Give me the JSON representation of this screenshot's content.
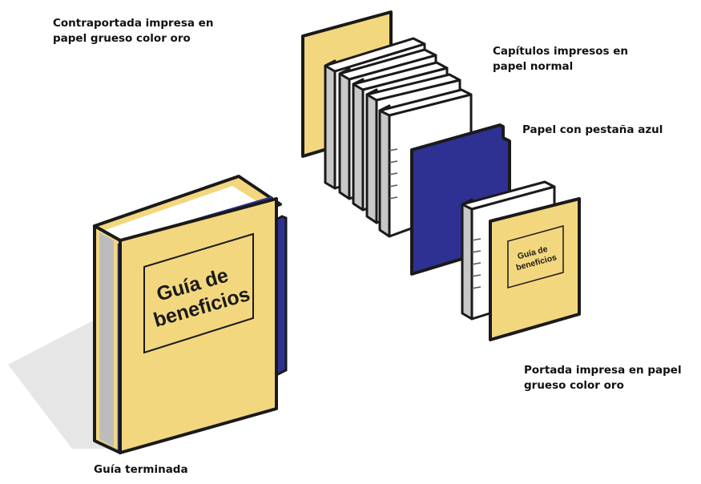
{
  "labels": {
    "back_cover": [
      "Contraportada impresa en",
      "papel grueso color oro"
    ],
    "chapters": [
      "Capítulos impresos en",
      "papel normal"
    ],
    "tab": [
      "Papel con pestaña azul"
    ],
    "front_cover": [
      "Portada impresa en papel",
      "grueso color oro"
    ],
    "finished": [
      "Guía terminada"
    ]
  },
  "book_title": [
    "Guía de",
    "beneficios"
  ],
  "cover_title": [
    "Guía de",
    "beneficios"
  ],
  "colors": {
    "gold": "#f3d77f",
    "blue_tab": "#2e3192",
    "paper": "#ffffff",
    "paper_side": "#c8c8c8",
    "outline": "#1a1a1a",
    "shadow": "#e6e6e6"
  }
}
